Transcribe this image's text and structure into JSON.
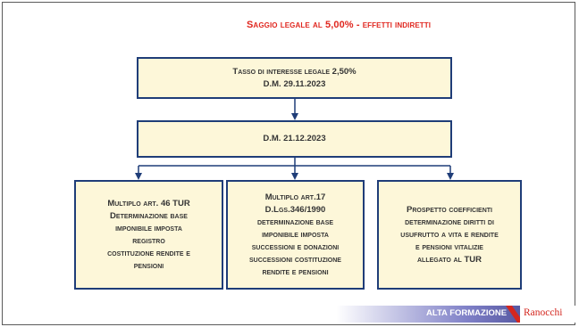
{
  "title": "Saggio legale al 5,00% - effetti indiretti",
  "boxes": {
    "top": {
      "line1": "Tasso di interesse legale 2,50%",
      "line2": "D.M. 29.11.2023"
    },
    "middle": {
      "line1": "D.M. 21.12.2023"
    },
    "left": [
      "Multiplo art. 46 TUR",
      "Determinazione base",
      "imponibile imposta",
      "registro",
      "costituzione rendite e",
      "pensioni"
    ],
    "center": [
      "Multiplo art.17",
      "D.Lgs.346/1990",
      "determinazione base",
      "imponibile imposta",
      "successioni e donazioni",
      "successioni costituzione",
      "rendite e pensioni"
    ],
    "right": [
      "Prospetto coefficienti",
      "determinazione diritti di",
      "usufrutto a vita e rendite",
      "e pensioni vitalizie",
      "allegato al TUR"
    ]
  },
  "footer": {
    "label": "ALTA FORMAZIONE",
    "brand": "Ranocchi"
  },
  "colors": {
    "title": "#e0271f",
    "box_fill": "#fdf7d9",
    "box_border": "#1f3d78",
    "connector": "#1f3d78",
    "brand": "#d4271f"
  }
}
